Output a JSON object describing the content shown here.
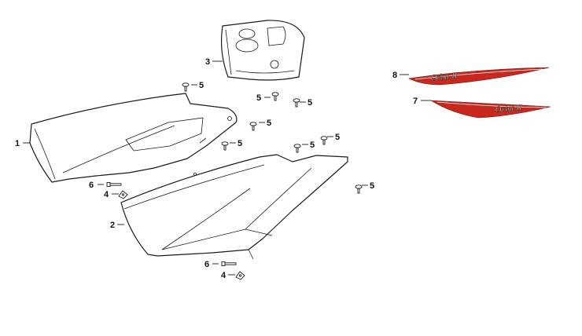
{
  "diagram": {
    "callouts": [
      "1",
      "2",
      "3",
      "4",
      "4",
      "5",
      "5",
      "5",
      "5",
      "5",
      "5",
      "5",
      "5",
      "6",
      "6",
      "7",
      "8"
    ],
    "decal_text": "Orbit II",
    "colors": {
      "line": "#1a1a1a",
      "decal_red": "#c8281e",
      "decal_dark": "#6e0f0a",
      "background": "#ffffff"
    }
  }
}
